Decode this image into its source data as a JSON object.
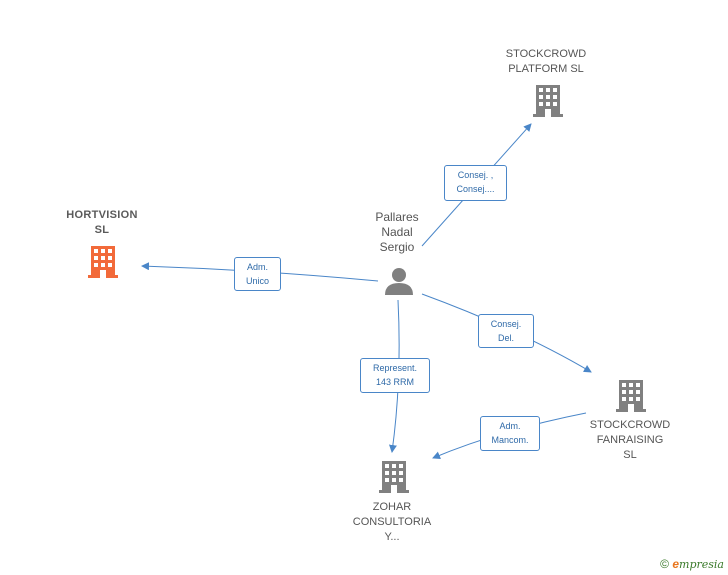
{
  "nodes": {
    "hortvision": {
      "label": "HORTVISION\nSL",
      "color": "#f26a3a"
    },
    "stockcrowd_platform": {
      "label": "STOCKCROWD\nPLATFORM  SL",
      "color": "#808080"
    },
    "person": {
      "label": "Pallares\nNadal\nSergio",
      "color": "#808080"
    },
    "stockcrowd_fanraising": {
      "label": "STOCKCROWD\nFANRAISING\nSL",
      "color": "#808080"
    },
    "zohar": {
      "label": "ZOHAR\nCONSULTORIA\nY...",
      "color": "#808080"
    }
  },
  "edges": [
    {
      "from": "person",
      "to": "hortvision",
      "label": "Adm.\nUnico"
    },
    {
      "from": "person",
      "to": "stockcrowd_platform",
      "label": "Consej. ,\nConsej...."
    },
    {
      "from": "person",
      "to": "stockcrowd_fanraising",
      "label": "Consej.\nDel."
    },
    {
      "from": "person",
      "to": "zohar",
      "label": "Represent.\n143 RRM"
    },
    {
      "from": "stockcrowd_fanraising",
      "to": "zohar",
      "label": "Adm.\nMancom."
    }
  ],
  "colors": {
    "edge": "#4a86c8",
    "edge_text": "#2f6aa8"
  },
  "footer": {
    "copyright": "©",
    "brand_e": "e",
    "brand_rest": "mpresia"
  }
}
